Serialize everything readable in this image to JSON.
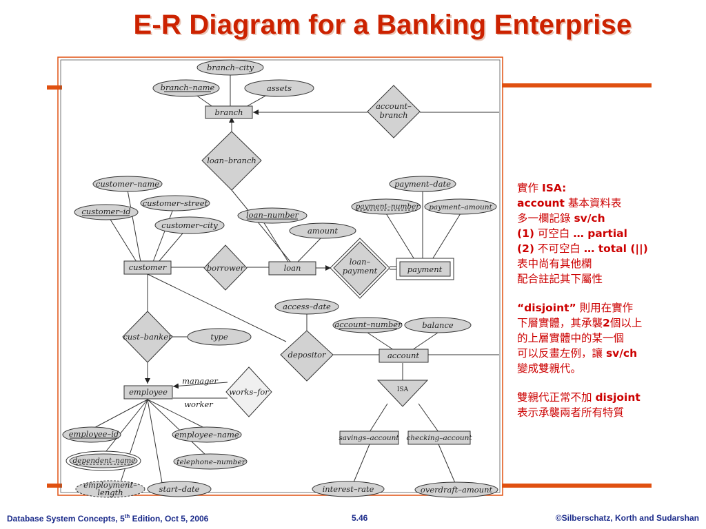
{
  "slide": {
    "title": "E-R Diagram for a Banking Enterprise"
  },
  "diagram": {
    "entities": {
      "branch": "branch",
      "customer": "customer",
      "loan": "loan",
      "payment": "payment",
      "employee": "employee",
      "account": "account",
      "savings_account": "savings–account",
      "checking_account": "checking–account"
    },
    "relationships": {
      "account_branch_line1": "account–",
      "account_branch_line2": "branch",
      "loan_branch": "loan–branch",
      "borrower": "borrower",
      "loan_payment_line1": "loan–",
      "loan_payment_line2": "payment",
      "cust_banker": "cust–banker",
      "works_for": "works–for",
      "depositor": "depositor",
      "isa": "ISA"
    },
    "attributes": {
      "branch_city": "branch–city",
      "branch_name": "branch–name",
      "assets": "assets",
      "customer_name": "customer–name",
      "customer_street": "customer–street",
      "customer_id": "customer–id",
      "customer_city": "customer–city",
      "loan_number": "loan–number",
      "amount": "amount",
      "payment_date": "payment–date",
      "payment_number": "payment–number",
      "payment_amount": "payment–amount",
      "type": "type",
      "access_date": "access–date",
      "account_number": "account–number",
      "balance": "balance",
      "employee_id": "employee–id",
      "employee_name": "employee–name",
      "dependent_name": "dependent–name",
      "telephone_number": "telephone–number",
      "employment_length_line1": "employment–",
      "employment_length_line2": "length",
      "start_date": "start–date",
      "interest_rate": "interest–rate",
      "overdraft_amount": "overdraft–amount"
    },
    "roles": {
      "manager": "manager",
      "worker": "worker"
    }
  },
  "notes": {
    "line1_a": "實作 ",
    "line1_b": "ISA:",
    "line2_a": "account",
    "line2_b": " 基本資料表",
    "line3_a": "多一欄記錄 ",
    "line3_b": "sv/ch",
    "line4_a": "(1)",
    "line4_b": " 可空白 ",
    "line4_c": "… partial",
    "line5_a": "(2)",
    "line5_b": " 不可空白 ",
    "line5_c": "… total (||)",
    "line6": "表中尚有其他欄",
    "line7": "配合註記其下屬性",
    "line8_a": "“disjoint”",
    "line8_b": " 則用在實作",
    "line9_a": "下層實體，其承襲",
    "line9_b": "2",
    "line9_c": "個以上",
    "line10": "的上層實體中的某一個",
    "line11_a": "可以反畫左例，讓 ",
    "line11_b": "sv/ch",
    "line12": "變成雙親代。",
    "line13_a": "雙親代正常不加 ",
    "line13_b": "disjoint",
    "line14": "表示承襲兩者所有特質"
  },
  "footer": {
    "left_pre": "Database System Concepts, 5",
    "left_sup": "th",
    "left_post": " Edition, Oct 5,  2006",
    "center": "5.46",
    "right": "©Silberschatz, Korth and Sudarshan"
  },
  "colors": {
    "title": "#cc2200",
    "rule": "#e05010",
    "notes": "#cc0000",
    "footer": "#1a2a8a",
    "shape_fill": "#d2d2d2"
  }
}
